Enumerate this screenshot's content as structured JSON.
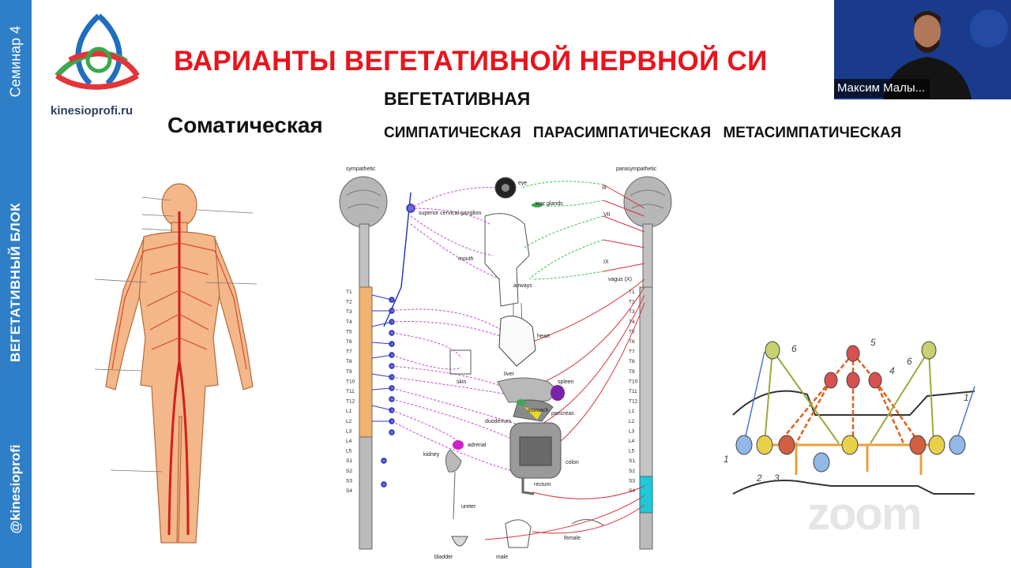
{
  "sidebar": {
    "seminar": "Семинар 4",
    "block": "ВЕГЕТАТИВНЫЙ БЛОК",
    "handle": "@kinesioprofi"
  },
  "logo": {
    "site": "kinesioprofi.ru"
  },
  "slide": {
    "title": "ВАРИАНТЫ ВЕГЕТАТИВНОЙ НЕРВНОЙ СИ",
    "somatic": "Соматическая",
    "vegetative": "ВЕГЕТАТИВНАЯ",
    "subtypes": [
      "СИМПАТИЧЕСКАЯ",
      "ПАРАСИМПАТИЧЕСКАЯ",
      "МЕТАСИМПАТИЧЕСКАЯ"
    ]
  },
  "diagram": {
    "sympathetic": "sympathetic",
    "parasympathetic": "parasympathetic",
    "organs": {
      "eye": "eye",
      "tear_glands": "tear glands",
      "ganglion": "superior cervical ganglion",
      "mouth": "mouth",
      "airways": "airways",
      "heart": "heart",
      "skin": "skin",
      "liver": "liver",
      "spleen": "spleen",
      "stomach": "stomach",
      "pancreas": "pancreas",
      "duodenum": "duodenum",
      "adrenal": "adrenal",
      "kidney": "kidney",
      "colon": "colon",
      "rectum": "rectum",
      "ureter": "ureter",
      "bladder": "bladder",
      "male": "male",
      "female": "female",
      "vagus": "vagus (X)"
    },
    "nerves": [
      "III",
      "VII",
      "IX"
    ],
    "segments": [
      "T1",
      "T2",
      "T3",
      "T4",
      "T5",
      "T6",
      "T7",
      "T8",
      "T9",
      "T10",
      "T11",
      "T12",
      "L1",
      "L2",
      "L3",
      "L4",
      "L5",
      "S1",
      "S2",
      "S3",
      "S4"
    ]
  },
  "meta_numbers": [
    "1",
    "2",
    "3",
    "4",
    "5",
    "6"
  ],
  "video": {
    "participant": "Максим Малы..."
  },
  "watermark": "zoom",
  "colors": {
    "sidebar": "#2f7fc8",
    "title": "#e8141c",
    "video_bg": "#1a3b8c"
  }
}
